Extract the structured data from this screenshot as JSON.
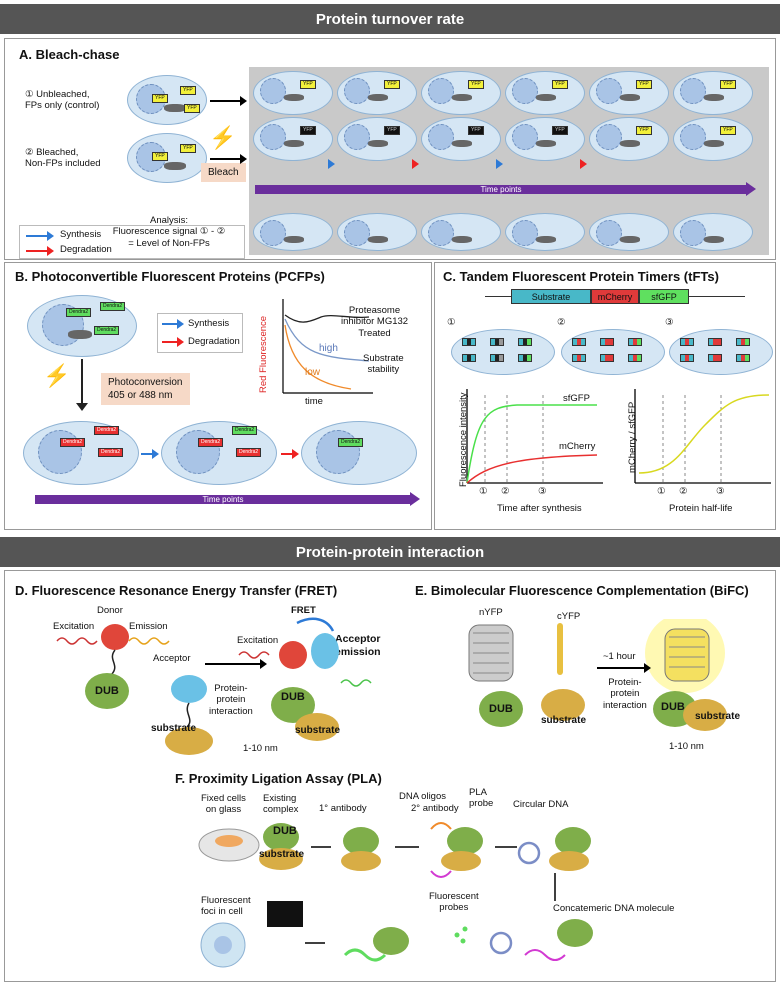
{
  "sections": {
    "turnover": "Protein turnover rate",
    "interaction": "Protein-protein interaction"
  },
  "panelA": {
    "title": "A. Bleach-chase",
    "row1_label": "① Unbleached,\nFPs only (control)",
    "row2_label": "② Bleached,\nNon-FPs included",
    "bleach": "Bleach",
    "time_points": "Time points",
    "legend_synthesis": "Synthesis",
    "legend_degradation": "Degradation",
    "analysis": "Analysis:\nFluorescence signal ① - ②\n= Level of Non-FPs",
    "tag_yfp": "YFP"
  },
  "panelB": {
    "title": "B. Photoconvertible Fluorescent Proteins (PCFPs)",
    "tag": "Dendra2",
    "legend_synthesis": "Synthesis",
    "legend_degradation": "Degradation",
    "photoconversion": "Photoconversion\n405 or 488 nm",
    "ylabel": "Red Fluorescence",
    "xlabel": "time",
    "proteasome": "Proteasome\ninhibitor MG132\nTreated",
    "high": "high",
    "low": "low",
    "stability": "Substrate\nstability",
    "time_points": "Time points"
  },
  "panelC": {
    "title": "C. Tandem Fluorescent Protein Timers (tFTs)",
    "construct": [
      "Substrate",
      "mCherry",
      "sfGFP"
    ],
    "cell_markers": [
      "①",
      "②",
      "③"
    ],
    "plot1_ylabel": "Fluorescence intensity",
    "plot1_xlabel": "Time after synthesis",
    "plot1_sfgfp": "sfGFP",
    "plot1_mcherry": "mCherry",
    "plot2_ylabel": "mCherry / sfGFP",
    "plot2_xlabel": "Protein half-life",
    "ticks": [
      "①",
      "②",
      "③"
    ]
  },
  "panelD": {
    "title": "D. Fluorescence Resonance  Energy Transfer (FRET)",
    "donor": "Donor",
    "excitation": "Excitation",
    "emission": "Emission",
    "acceptor": "Acceptor",
    "dub": "DUB",
    "substrate": "substrate",
    "interaction": "Protein-\nprotein\ninteraction",
    "fret": "FRET",
    "excitation2": "Excitation",
    "acceptor_emission": "Acceptor\nemission",
    "distance": "1-10 nm"
  },
  "panelE": {
    "title": "E. Bimolecular Fluorescence Complementation (BiFC)",
    "nyfp": "nYFP",
    "cyfp": "cYFP",
    "dub": "DUB",
    "substrate": "substrate",
    "time": "~1 hour",
    "interaction": "Protein-\nprotein\ninteraction",
    "distance": "1-10 nm"
  },
  "panelF": {
    "title": "F. Proximity Ligation Assay (PLA)",
    "fixed_cells": "Fixed cells\non glass",
    "existing": "Existing\ncomplex",
    "dub": "DUB",
    "substrate": "substrate",
    "primary": "1° antibody",
    "oligos": "DNA oligos",
    "secondary": "2° antibody",
    "pla_probe": "PLA\nprobe",
    "circular": "Circular DNA",
    "concatemeric": "Concatemeric DNA molecule",
    "fluor_probes": "Fluorescent\nprobes",
    "foci": "Fluorescent\nfoci in cell"
  },
  "colors": {
    "banner": "#555555",
    "time_bar": "#6a2e9c",
    "synthesis": "#2d7ad6",
    "degradation": "#e22222",
    "yfp": "#f2f03a",
    "dendra_green": "#5fdc5f",
    "dendra_red": "#e83030",
    "substrate_box": "#48b8c8",
    "mcherry_box": "#e03a3a",
    "sfgfp_box": "#5fe05f",
    "dub": "#7fae4a",
    "substrate_blob": "#d8ad45"
  }
}
